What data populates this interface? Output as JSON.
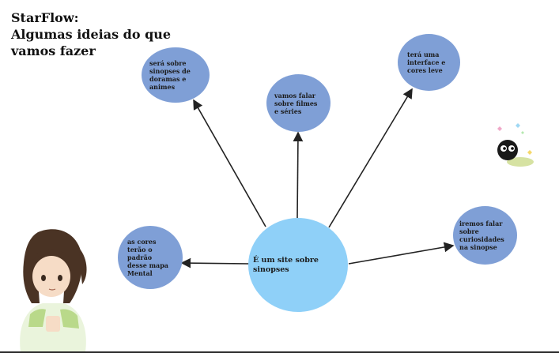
{
  "title": "StarFlow:\nAlgumas ideias do que\n vamos fazer",
  "center_node": "É um site sobre sinopses",
  "branches": [
    {
      "id": "doramas",
      "text": "será sobre sinopses de doramas e animes"
    },
    {
      "id": "filmes",
      "text": "vamos falar sobre filmes e séries"
    },
    {
      "id": "interface",
      "text": "terá uma interface e cores leve"
    },
    {
      "id": "curiosidades",
      "text": "iremos falar sobre curiosidades na sinopse"
    },
    {
      "id": "cores",
      "text": "as cores terão o padrão desse mapa Mental"
    }
  ],
  "colors": {
    "branch_node": "#7f9fd6",
    "center_node": "#8fd0f8",
    "arrow": "#222222"
  },
  "decorations": [
    "soot-sprite-illustration",
    "anime-girl-illustration"
  ]
}
